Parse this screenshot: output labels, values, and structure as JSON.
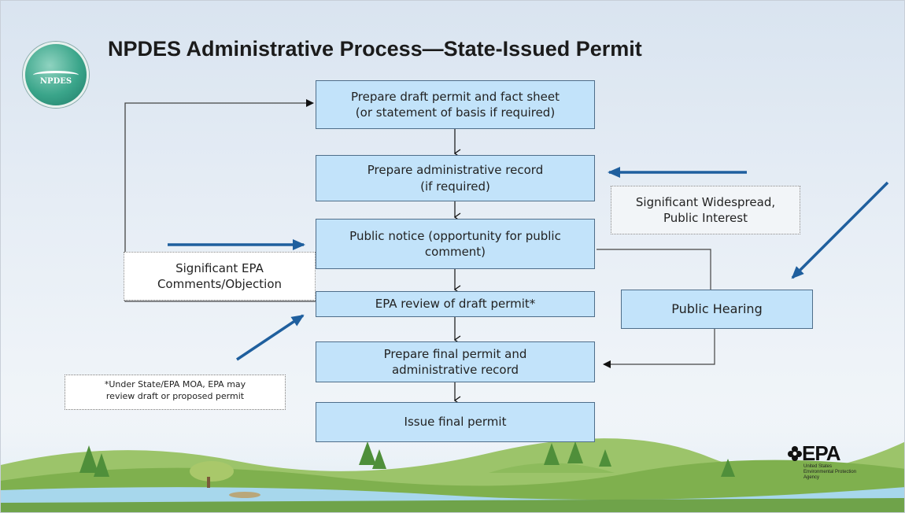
{
  "title": "NPDES Administrative Process—State-Issued Permit",
  "logo": {
    "text": "NPDES"
  },
  "steps": [
    {
      "id": "draft",
      "label": "Prepare draft permit and fact sheet\n(or statement of basis if required)"
    },
    {
      "id": "admin_record",
      "label": "Prepare administrative record\n(if required)"
    },
    {
      "id": "public_notice",
      "label": "Public notice (opportunity for public\ncomment)"
    },
    {
      "id": "epa_review",
      "label": "EPA review of draft permit*"
    },
    {
      "id": "final_permit",
      "label": "Prepare final permit and\nadministrative record"
    },
    {
      "id": "issue",
      "label": "Issue final permit"
    }
  ],
  "side_boxes": {
    "public_hearing": "Public Hearing",
    "epa_comments": "Significant EPA\nComments/Objection",
    "widespread_interest": "Significant Widespread,\nPublic Interest"
  },
  "footnote": "*Under State/EPA MOA, EPA may\nreview draft or proposed permit",
  "epa_logo": {
    "word": "EPA",
    "subtitle": "United States\nEnvironmental Protection\nAgency"
  },
  "colors": {
    "box_fill": "#c2e3fa",
    "box_border": "#4f6e8a",
    "blue_arrow": "#1f5f9e",
    "background": "#e6edf5"
  }
}
